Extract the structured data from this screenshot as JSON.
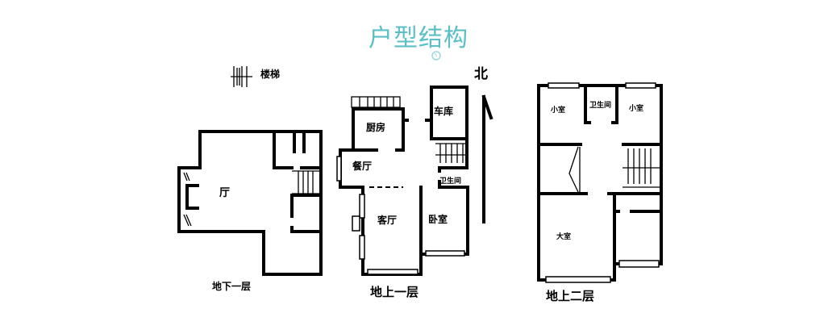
{
  "title": "户型结构",
  "title_color": "#5cbfc6",
  "legend": {
    "stairs_label": "楼梯"
  },
  "north_label": "北",
  "floors": [
    {
      "name": "地下一层",
      "rooms": [
        "厅"
      ]
    },
    {
      "name": "地上一层",
      "rooms": [
        "厨房",
        "车库",
        "餐厅",
        "卫生间",
        "客厅",
        "卧室"
      ]
    },
    {
      "name": "地上二层",
      "rooms": [
        "小室",
        "卫生间",
        "小室",
        "大室"
      ]
    }
  ]
}
